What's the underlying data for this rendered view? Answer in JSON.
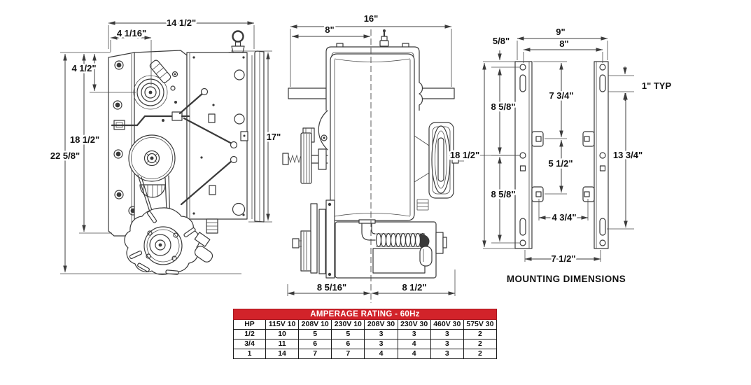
{
  "colors": {
    "accent_red": "#d2232a",
    "line": "#3a3a3a",
    "text": "#111111"
  },
  "front_view": {
    "overall_width": "14 1/2\"",
    "shaft_offset": "4 1/16\"",
    "shaft_drop": "4 1/2\"",
    "plate_height": "18 1/2\"",
    "overall_height": "22 5/8\"",
    "box_height": "17\""
  },
  "side_view": {
    "overall_width": "16\"",
    "center_offset": "8\"",
    "left_depth": "8 5/16\"",
    "right_depth": "8 1/2\""
  },
  "mounting_view": {
    "caption": "MOUNTING DIMENSIONS",
    "top_edge_to_hole": "5/8\"",
    "overall_width": "9\"",
    "hole_span_width": "8\"",
    "overall_height": "18 1/2\"",
    "upper_hole_span": "8 5/8\"",
    "lower_hole_span": "8 5/8\"",
    "top_to_tab": "7 3/4\"",
    "tab_span_vertical": "5 1/2\"",
    "tab_span_horizontal": "4 3/4\"",
    "bottom_span": "7 1/2\"",
    "slot_note": "1\" TYP",
    "slot_to_slot": "13 3/4\""
  },
  "amperage_table": {
    "title": "AMPERAGE RATING - 60Hz",
    "columns": [
      "HP",
      "115V 10",
      "208V 10",
      "230V 10",
      "208V 30",
      "230V 30",
      "460V 30",
      "575V 30"
    ],
    "rows": [
      [
        "1/2",
        "10",
        "5",
        "5",
        "3",
        "3",
        "3",
        "2"
      ],
      [
        "3/4",
        "11",
        "6",
        "6",
        "3",
        "4",
        "3",
        "2"
      ],
      [
        "1",
        "14",
        "7",
        "7",
        "4",
        "4",
        "3",
        "2"
      ]
    ]
  }
}
